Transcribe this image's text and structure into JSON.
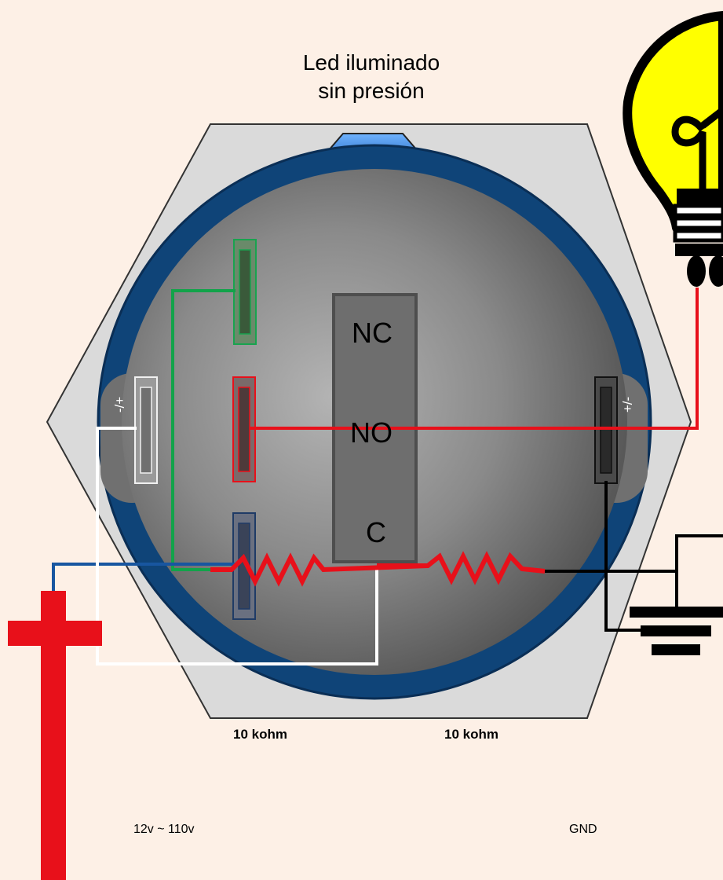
{
  "title_line1": "Led iluminado",
  "title_line2": "sin presión",
  "terminals": {
    "nc": "NC",
    "no": "NO",
    "c": "C"
  },
  "polarity_left": "-/+",
  "polarity_right": "+/-",
  "resistor1_label": "10 kohm",
  "resistor2_label": "10 kohm",
  "voltage_label": "12v ~ 110v",
  "ground_label": "GND",
  "icons": [
    "light-bulb-icon",
    "plus-icon",
    "ground-icon"
  ],
  "colors": {
    "background": "#fdf0e6",
    "body_blue": "#0f4478",
    "wire_red": "#e8101a",
    "wire_green": "#12a34a",
    "wire_blue": "#1856a0",
    "wire_white": "#ffffff",
    "wire_black": "#000000",
    "bulb_yellow": "#ffff00"
  }
}
